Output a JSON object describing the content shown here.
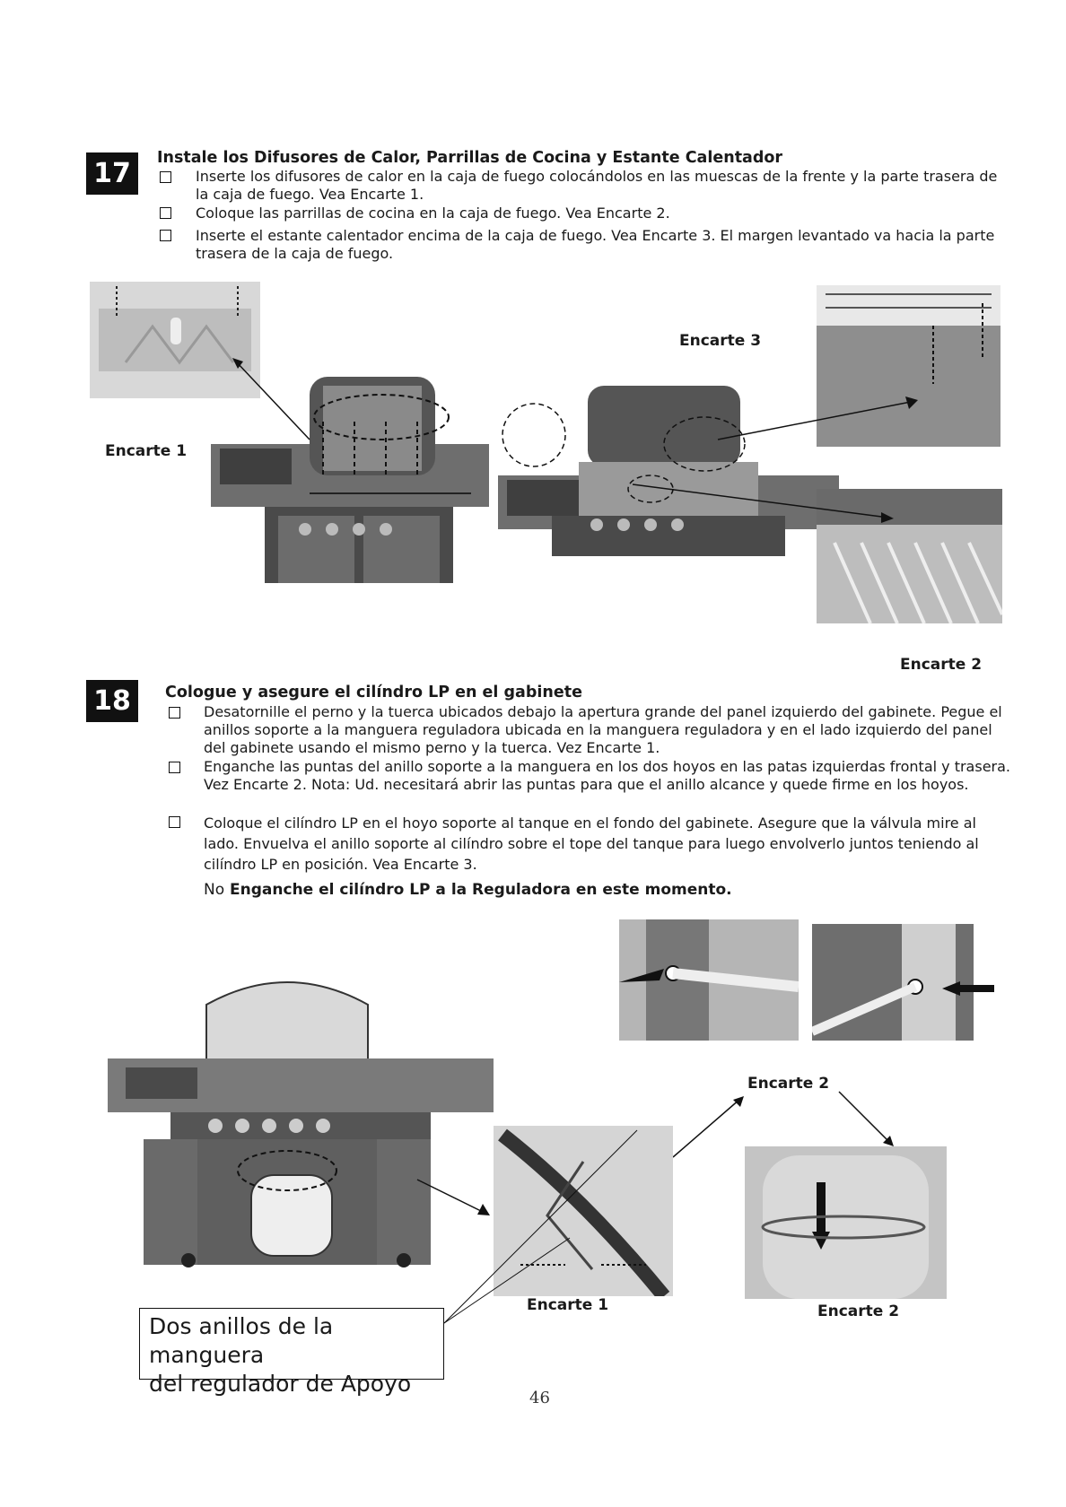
{
  "step17": {
    "number": "17",
    "title": "Instale los Difusores de Calor, Parrillas de Cocina y Estante Calentador",
    "items": [
      "Inserte los difusores de calor en la caja de fuego colocándolos en las muescas de la frente y la parte trasera de la caja de fuego. Vea Encarte 1.",
      "Coloque las parrillas de cocina en la caja de fuego. Vea Encarte 2.",
      "Inserte el estante calentador encima de la caja de fuego. Vea Encarte 3. El margen levantado va hacia la parte trasera de la caja de fuego."
    ],
    "labels": {
      "inset1": "Encarte 1",
      "inset2": "Encarte 2",
      "inset3": "Encarte 3"
    }
  },
  "step18": {
    "number": "18",
    "title": "Cologue y asegure el cilíndro LP en el gabinete",
    "items": [
      "Desatornille el perno y la tuerca ubicados debajo la apertura grande del panel izquierdo del gabinete. Pegue el anillos soporte a la manguera reguladora ubicada en la manguera reguladora y en el lado izquierdo del panel del gabinete usando el mismo perno y la tuerca. Vez Encarte 1.",
      "Enganche las puntas del anillo soporte a la manguera en los dos hoyos en las patas izquierdas frontal y trasera. Vez Encarte 2. Nota: Ud. necesitará abrir las puntas para que el anillo alcance y quede firme en los hoyos.",
      "Coloque el cilíndro LP en el hoyo soporte al tanque en el fondo del gabinete. Asegure que la válvula mire al lado. Envuelva el anillo soporte al cilíndro sobre el tope del tanque para luego envolverlo juntos teniendo al cilíndro LP en posición. Vea Encarte 3."
    ],
    "warning_prefix": "No",
    "warning_rest": " Enganche el cilíndro LP a la Reguladora en este momento.",
    "labels": {
      "inset1": "Encarte 1",
      "inset2a": "Encarte 2",
      "inset2b": "Encarte 2"
    },
    "callout_line1": "Dos anillos de la manguera",
    "callout_line2": "del regulador de Apoyo"
  },
  "page_number": "46"
}
